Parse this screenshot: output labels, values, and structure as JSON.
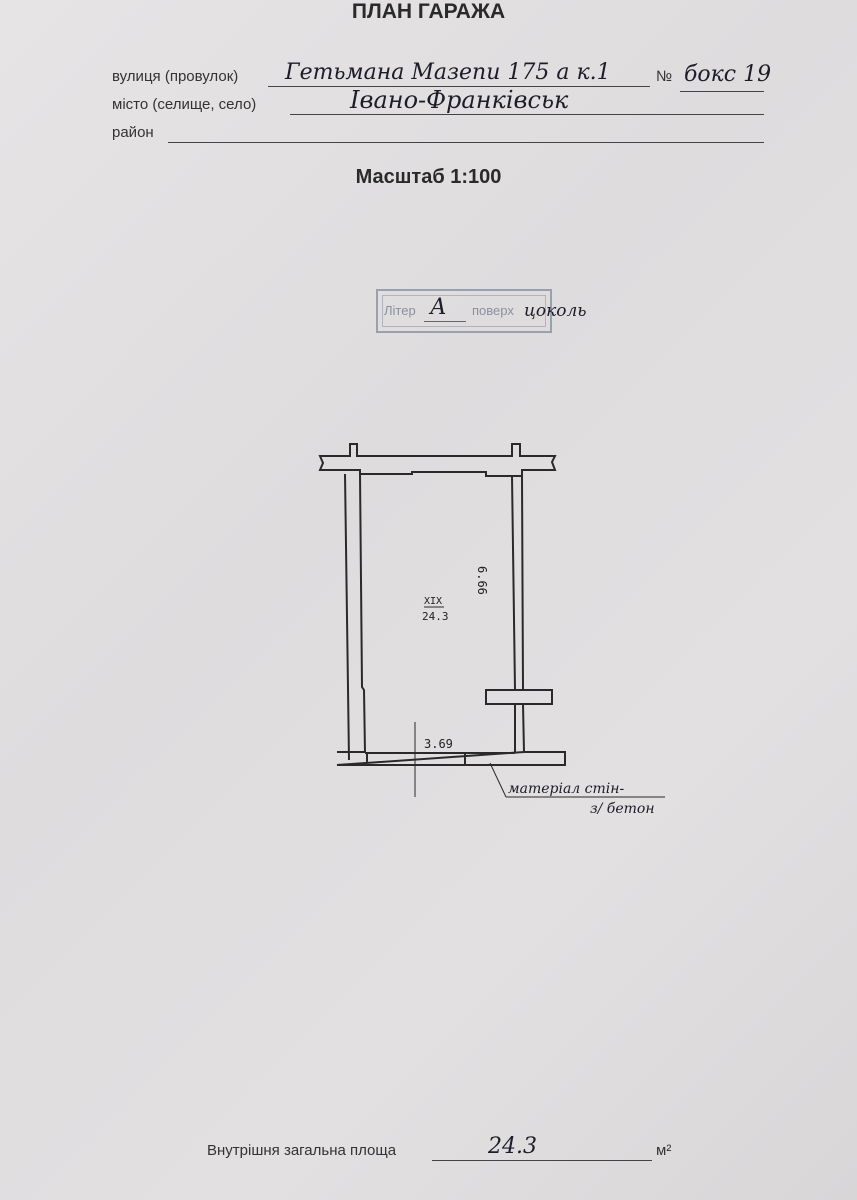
{
  "title": "ПЛАН ГАРАЖА",
  "fields": {
    "street_label": "вулиця (провулок)",
    "street_value": "Гетьмана Мазепи 175 а к.1",
    "number_label": "№",
    "number_value": "бокс 19",
    "city_label": "місто (селище, село)",
    "city_value": "Івано-Франківськ",
    "district_label": "район",
    "district_value": ""
  },
  "scale": "Масштаб 1:100",
  "stamp": {
    "letter_label": "Літер",
    "letter_value": "А",
    "floor_label": "поверх",
    "floor_value": "цоколь"
  },
  "plan": {
    "room_number": "XIX",
    "room_area": "24.3",
    "length_dim": "6.66",
    "width_dim": "3.69",
    "note_line1": "матеріал стін-",
    "note_line2": "з/ бетон"
  },
  "footer": {
    "area_label": "Внутрішня загальна площа",
    "area_value": "24.3",
    "unit": "м²"
  }
}
